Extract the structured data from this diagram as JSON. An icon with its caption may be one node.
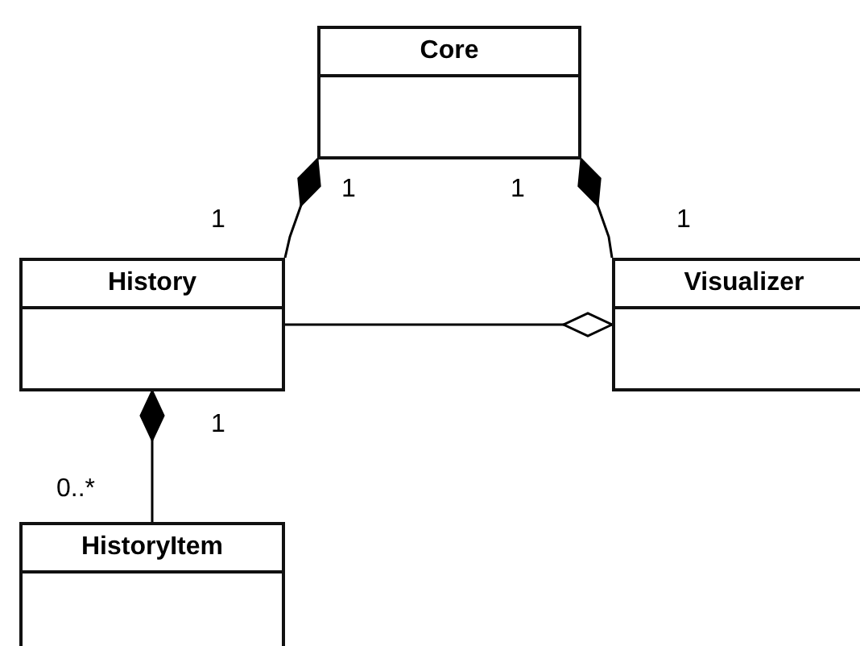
{
  "diagram": {
    "nodes": [
      {
        "text": [
          "Core"
        ]
      },
      {
        "text": [
          "History"
        ]
      },
      {
        "text": [
          "Visualizer"
        ]
      },
      {
        "text": [
          "HistoryItem"
        ]
      }
    ],
    "edges": [
      {
        "from": 0,
        "to": 1,
        "arrow": "other"
      },
      {
        "from": 0,
        "to": 2,
        "arrow": "other"
      },
      {
        "from": 2,
        "to": 1,
        "arrow": "other"
      },
      {
        "from": 1,
        "to": 3,
        "arrow": "other"
      }
    ],
    "labels": [
      "1",
      "1",
      "1",
      "1",
      "1",
      "0..*"
    ]
  }
}
